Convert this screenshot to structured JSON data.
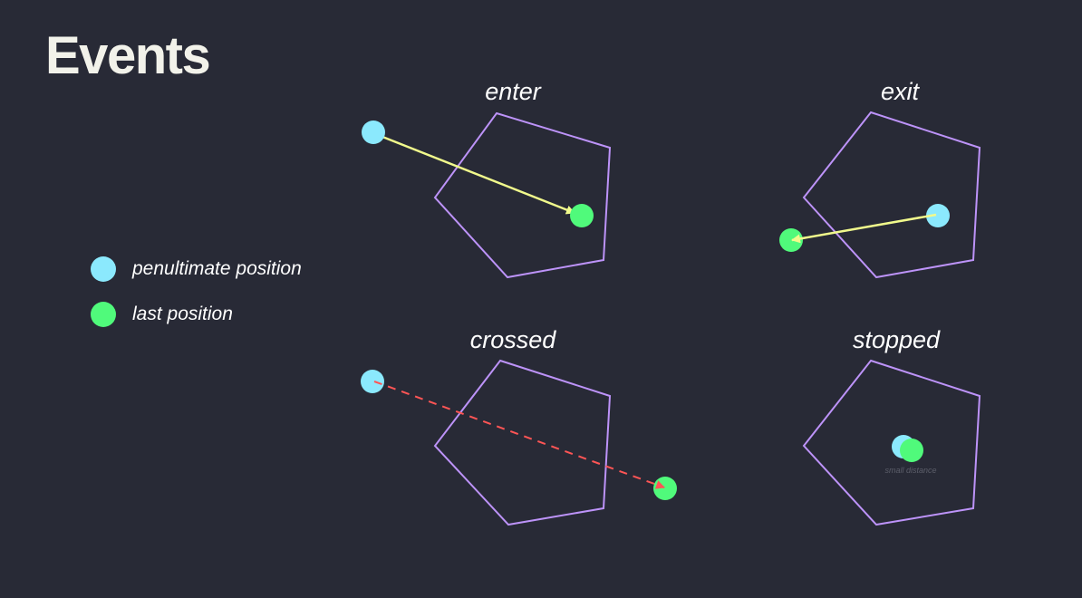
{
  "title": "Events",
  "colors": {
    "background": "#282a36",
    "penultimate": "#8be9fd",
    "last": "#50fa7b",
    "polygon": "#bd93f9",
    "movement": "#f1fa8c",
    "crossed": "#ff5555",
    "note": "#4a4c58"
  },
  "legend": [
    {
      "label": "penultimate position",
      "color": "#8be9fd"
    },
    {
      "label": "last position",
      "color": "#50fa7b"
    }
  ],
  "panels": {
    "enter": {
      "title": "enter"
    },
    "exit": {
      "title": "exit"
    },
    "crossed": {
      "title": "crossed"
    },
    "stopped": {
      "title": "stopped",
      "note": "small distance"
    }
  }
}
